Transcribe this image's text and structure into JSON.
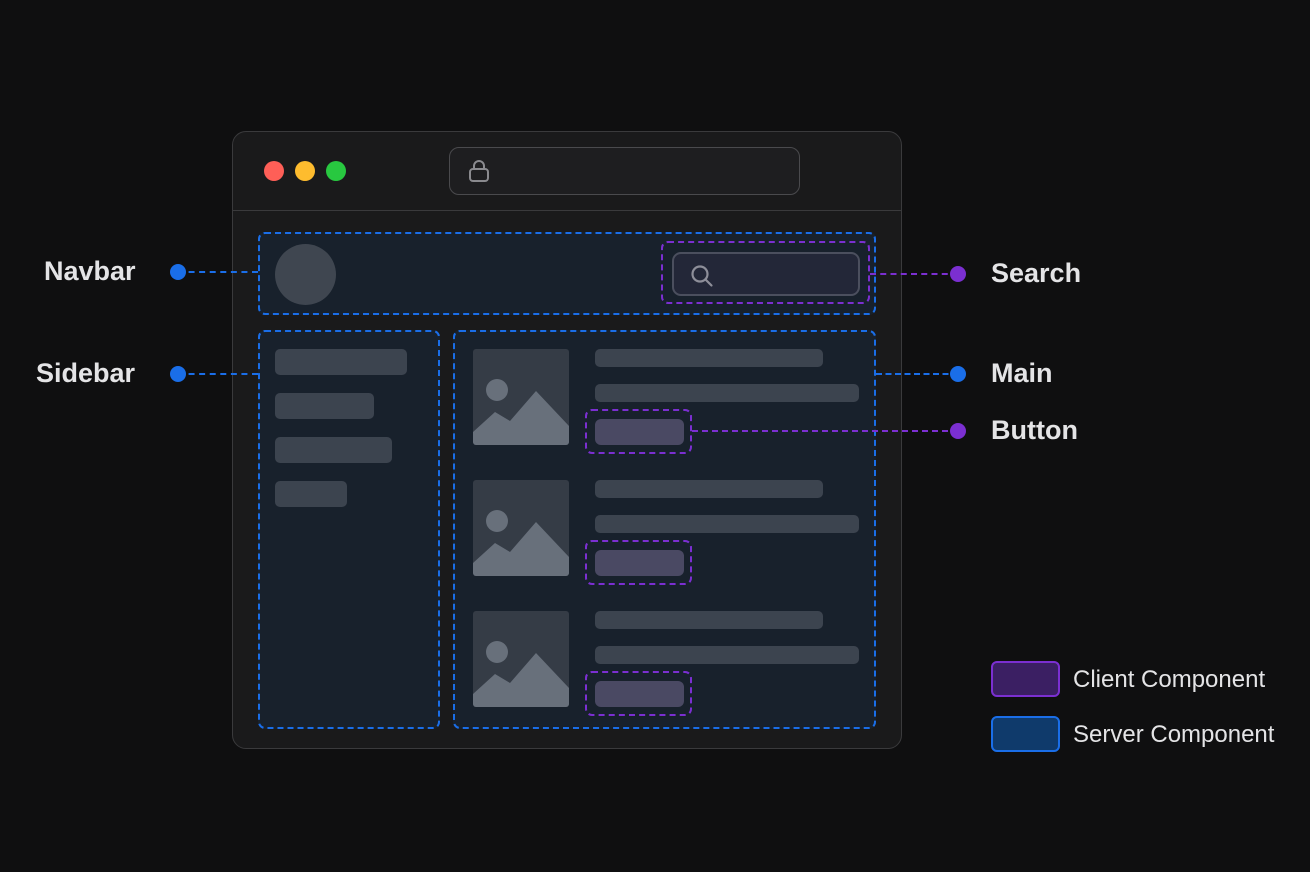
{
  "labels": {
    "navbar": "Navbar",
    "sidebar": "Sidebar",
    "search": "Search",
    "main": "Main",
    "button": "Button"
  },
  "legend": [
    {
      "label": "Client Component",
      "color": "#7b2fd1"
    },
    {
      "label": "Server Component",
      "color": "#1a6ee8"
    }
  ],
  "colors": {
    "server": "#1a6ee8",
    "client": "#7b2fd1",
    "traffic_red": "#fe5f57",
    "traffic_yellow": "#febc2e",
    "traffic_green": "#28c840"
  },
  "icons": [
    "lock-icon",
    "search-icon",
    "image-placeholder-icon"
  ]
}
